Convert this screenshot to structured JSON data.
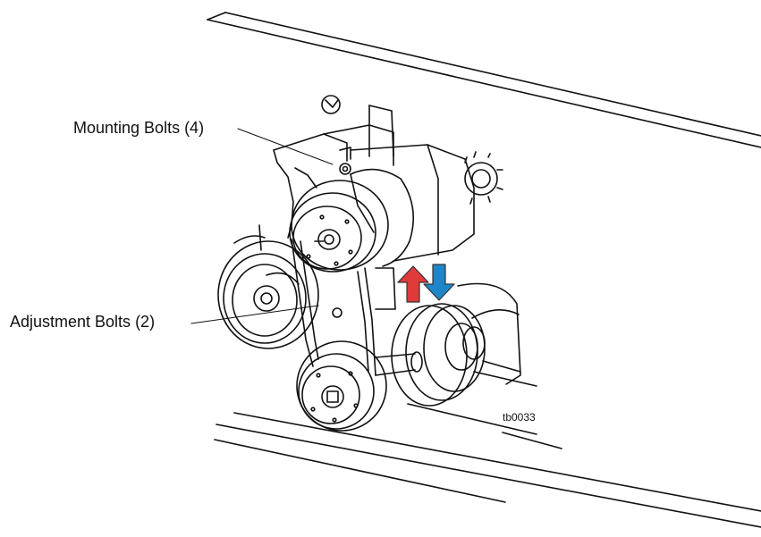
{
  "callouts": {
    "mounting_bolts": "Mounting Bolts (4)",
    "adjustment_bolts": "Adjustment Bolts (2)"
  },
  "figure_id": "tb0033",
  "arrows": {
    "up": {
      "color": "#e03a3a",
      "icon": "arrow-up-icon"
    },
    "down": {
      "color": "#1e86c8",
      "icon": "arrow-down-icon"
    }
  }
}
